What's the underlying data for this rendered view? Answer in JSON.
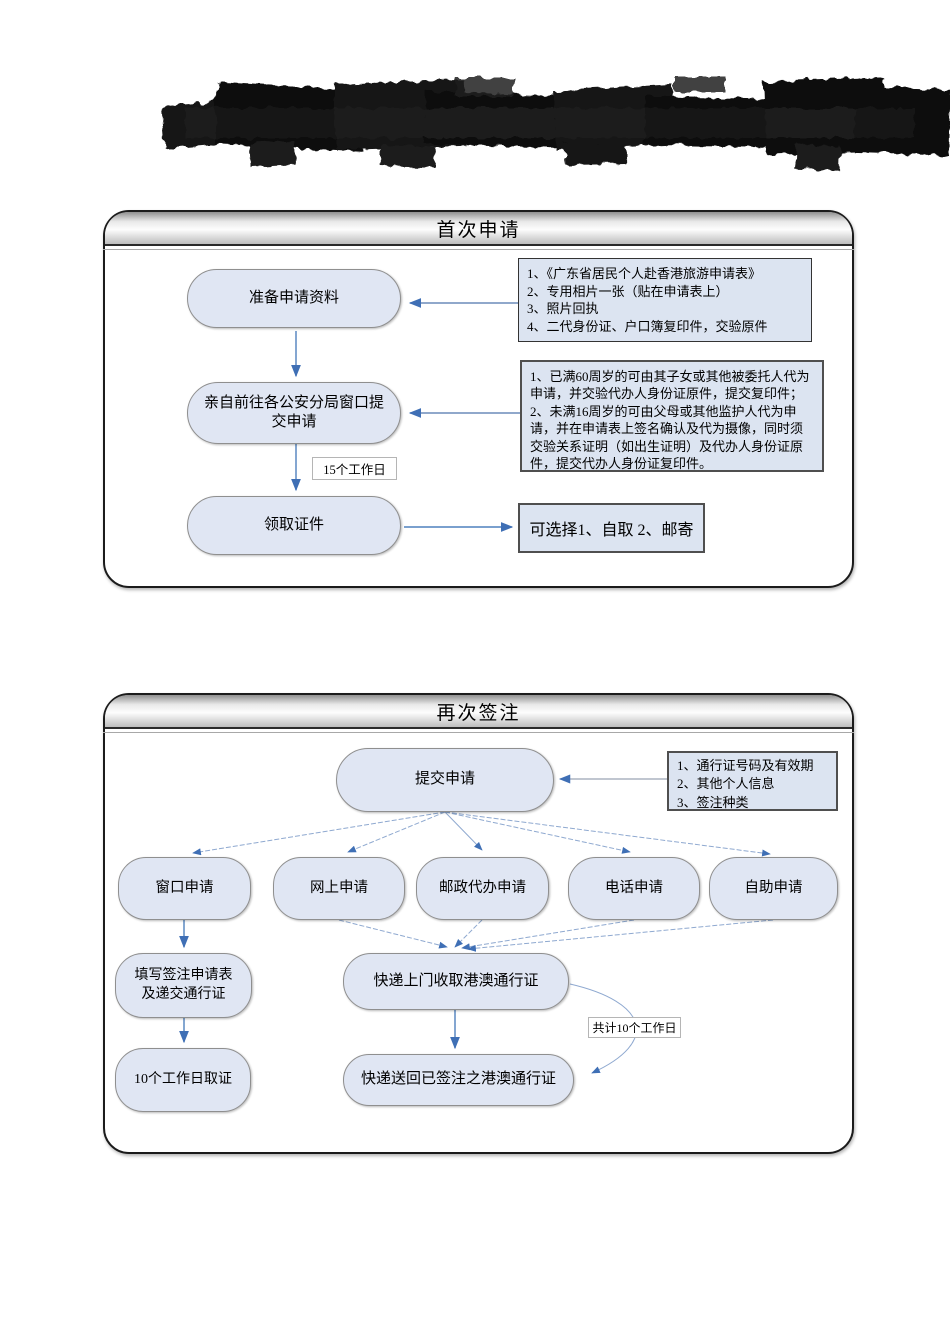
{
  "flow1": {
    "title": "首次申请",
    "nodes": {
      "prepare": "准备申请资料",
      "submit": "亲自前往各公安分局窗口提\n交申请",
      "collect": "领取证件"
    },
    "edge_label": "15个工作日",
    "note1_lines": [
      "1、《广东省居民个人赴香港旅游申请表》",
      "2、专用相片一张（贴在申请表上）",
      "3、照片回执",
      "4、二代身份证、户口簿复印件，交验原件"
    ],
    "note2_lines": [
      "1、已满60周岁的可由其子女或其他被委托人代为申请，并交验代办人身份证原件，提交复印件；",
      "2、未满16周岁的可由父母或其他监护人代为申请，并在申请表上签名确认及代为摄像，同时须交验关系证明（如出生证明）及代办人身份证原件，提交代办人身份证复印件。"
    ],
    "result": "可选择1、自取 2、邮寄"
  },
  "flow2": {
    "title": "再次签注",
    "submit": "提交申请",
    "info_lines": [
      "1、通行证号码及有效期",
      "2、其他个人信息",
      "3、签注种类"
    ],
    "channels": [
      "窗口申请",
      "网上申请",
      "邮政代办申请",
      "电话申请",
      "自助申请"
    ],
    "window_path": {
      "fill_form": "填写签注申请表\n及递交通行证",
      "get_cert": "10个工作日取证"
    },
    "courier_path": {
      "pickup": "快递上门收取港澳通行证",
      "return": "快递送回已签注之港澳通行证"
    },
    "duration_label": "共计10个工作日"
  },
  "colors": {
    "arrow_solid": "#4f81bd",
    "arrow_dashed": "#8fa9d0",
    "arrowhead": "#3f6fb5",
    "node_fill": "#e0e6f3",
    "node_border": "#8f8f8f",
    "note_fill": "#dce4f1"
  }
}
